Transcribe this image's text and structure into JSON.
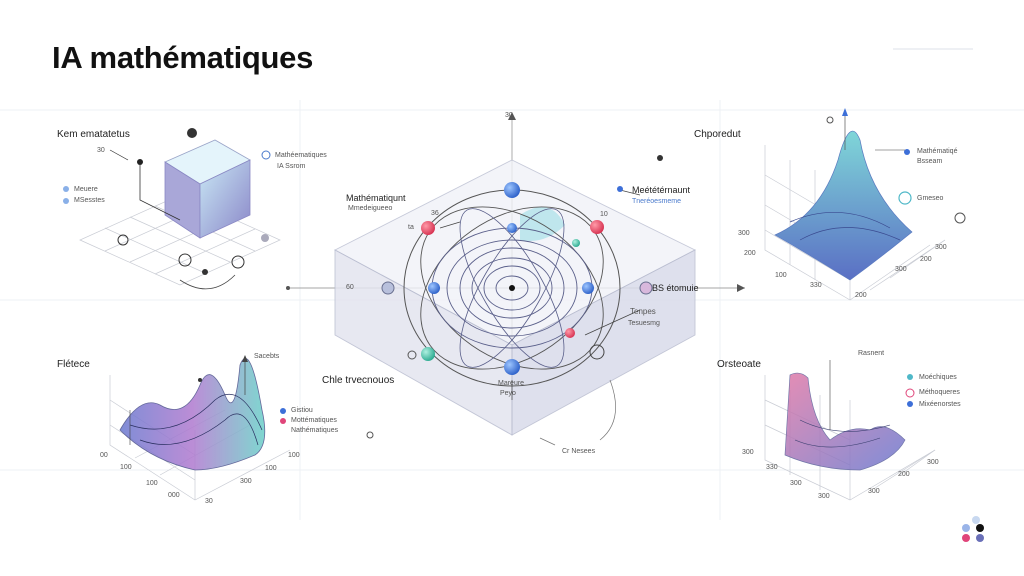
{
  "title": "IA mathématiques",
  "panels": {
    "top_left": {
      "label": "Kem ematatetus",
      "annotations": [
        "30",
        "Mathéematiques",
        "IA Ssrom",
        "Meuere",
        "MSesstes"
      ]
    },
    "top_right": {
      "label": "Chporedut",
      "annotations": [
        "Mathématiqé",
        "Bsseam",
        "Gmeseo"
      ],
      "ticks": [
        "300",
        "200",
        "100",
        "330",
        "200",
        "300",
        "200",
        "300"
      ]
    },
    "bottom_left": {
      "label": "Flétece",
      "annotations": [
        "Sacebts",
        "Gistiou",
        "Mottématiques",
        "Nathématiques"
      ],
      "ticks": [
        "00",
        "100",
        "100",
        "000",
        "30",
        "300",
        "100",
        "100"
      ]
    },
    "bottom_right": {
      "label": "Orsteoate",
      "annotations": [
        "Rasnent",
        "Moéchiques",
        "Méthoqueres",
        "Mixéenorstes"
      ],
      "ticks": [
        "300",
        "330",
        "300",
        "300",
        "300",
        "200",
        "300"
      ]
    },
    "center": {
      "annotations": [
        "Mathématiqunt",
        "Mmedeigueeo",
        "Meététérnaunt",
        "Tneréoesmeme",
        "BS étomuie",
        "Tenpes",
        "Tesuesmg",
        "Chle trvecnouos",
        "Mareure",
        "Peyo",
        "Cr Nesees"
      ],
      "small": [
        "36",
        "ta",
        "10",
        "60",
        "30"
      ]
    }
  },
  "colors": {
    "accent_teal": "#4fb8c8",
    "accent_violet": "#7a6fd0",
    "accent_pink": "#e0457a",
    "node_blue": "#3d6fd8"
  }
}
